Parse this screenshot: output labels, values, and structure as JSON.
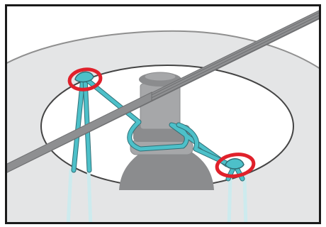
{
  "figure": {
    "title": "",
    "colors": {
      "frame": "#1a1a1a",
      "background": "#ffffff",
      "shade": "#e4e5e6",
      "shade_stroke": "#8f8f8f",
      "opening_fill": "#ffffff",
      "opening_stroke": "#444444",
      "rod": "#8e8f91",
      "rod_dark": "#6f7072",
      "socket": "#a6a7a9",
      "socket_dark": "#8b8c8e",
      "wire": "#4dc0c9",
      "wire_pale": "#cdebee",
      "highlight_ring": "#e0212b"
    },
    "elements": [
      {
        "name": "lamp-shade",
        "kind": "shape"
      },
      {
        "name": "shade-opening",
        "kind": "shape"
      },
      {
        "name": "bulb-socket",
        "kind": "shape"
      },
      {
        "name": "horizontal-rod",
        "kind": "shape"
      },
      {
        "name": "wire-harp",
        "kind": "shape"
      },
      {
        "name": "attachment-point-left",
        "kind": "highlight"
      },
      {
        "name": "attachment-point-right",
        "kind": "highlight"
      }
    ]
  }
}
